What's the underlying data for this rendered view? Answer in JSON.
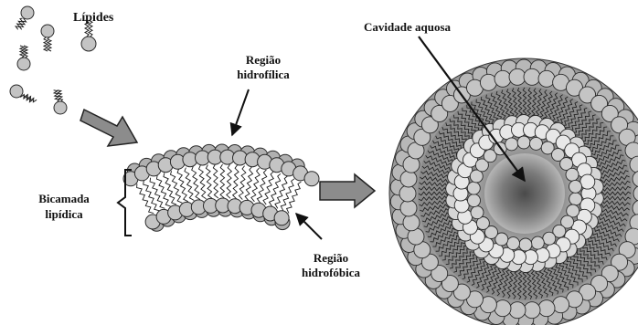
{
  "labels": {
    "lipids": "Lípides",
    "hydrophilic_line1": "Região",
    "hydrophilic_line2": "hidrofílica",
    "bilayer_line1": "Bicamada",
    "bilayer_line2": "lipídica",
    "hydrophobic_line1": "Região",
    "hydrophobic_line2": "hidrofóbica",
    "cavity": "Cavidade aquosa"
  },
  "colors": {
    "head_fill": "#c4c4c4",
    "head_stroke": "#2a2a2a",
    "inner_head_light": "#e8e8e8",
    "cavity_dark": "#5a5a5a",
    "process_arrow_fill": "#8c8c8c",
    "line": "#111111"
  },
  "icons": [
    "lipid-molecule-icon",
    "process-arrow-icon",
    "pointer-arrow-icon",
    "bracket-icon"
  ]
}
